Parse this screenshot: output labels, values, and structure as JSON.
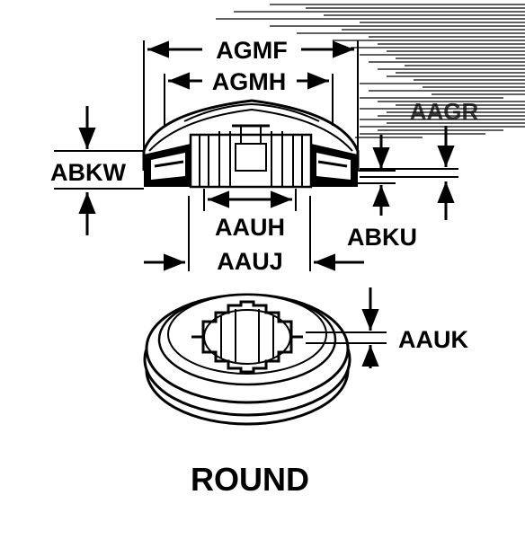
{
  "labels": {
    "agmf": "AGMF",
    "agmh": "AGMH",
    "aagr": "AAGR",
    "abkw": "ABKW",
    "aauh": "AAUH",
    "aauj": "AAUJ",
    "abku": "ABKU",
    "aauk": "AAUK",
    "shape": "ROUND"
  },
  "colors": {
    "ink": "#000000",
    "paper": "#ffffff"
  },
  "icons": [
    "arrow-icon",
    "dimension-line-icon"
  ]
}
